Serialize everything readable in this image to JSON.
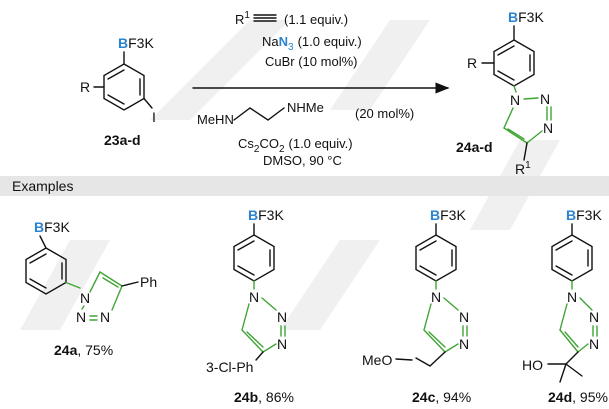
{
  "scheme": {
    "bf3k": "F3K",
    "reactant_label": "23a-d",
    "product_label": "24a-d",
    "r_group": "R",
    "iodo": "I",
    "r1": "R",
    "r1_sup": "1",
    "conditions": {
      "alkyne_r": "R",
      "alkyne_sup": "1",
      "alkyne_equiv": "(1.1 equiv.)",
      "azide_na": "Na",
      "azide_n": "N",
      "azide_sub": "3",
      "azide_equiv": "(1.0 equiv.)",
      "copper": "CuBr (10 mol%)",
      "ligand_left": "MeHN",
      "ligand_right": "NHMe",
      "ligand_loading": "(20 mol%)",
      "base": "Cs",
      "base_sub1": "2",
      "base_mid": "CO",
      "base_sub2": "2",
      "base_equiv": "(1.0 equiv.)",
      "solvent_temp": "DMSO, 90 °C"
    },
    "examples_title": "Examples",
    "examples": [
      {
        "code": "24a",
        "yield": ", 75%",
        "substituent": "Ph"
      },
      {
        "code": "24b",
        "yield": ", 86%",
        "substituent": "3-Cl-Ph"
      },
      {
        "code": "24c",
        "yield": ", 94%",
        "substituent": "MeO"
      },
      {
        "code": "24d",
        "yield": ", 95%",
        "substituent": "HO"
      }
    ],
    "atom_b": "B",
    "atom_n": "N",
    "colors": {
      "boron": "#2b84d0",
      "azide_n": "#2b84d0",
      "triazole": "#3fa535",
      "watermark": "#d9d9d9",
      "banner": "#e6e6e6"
    }
  }
}
